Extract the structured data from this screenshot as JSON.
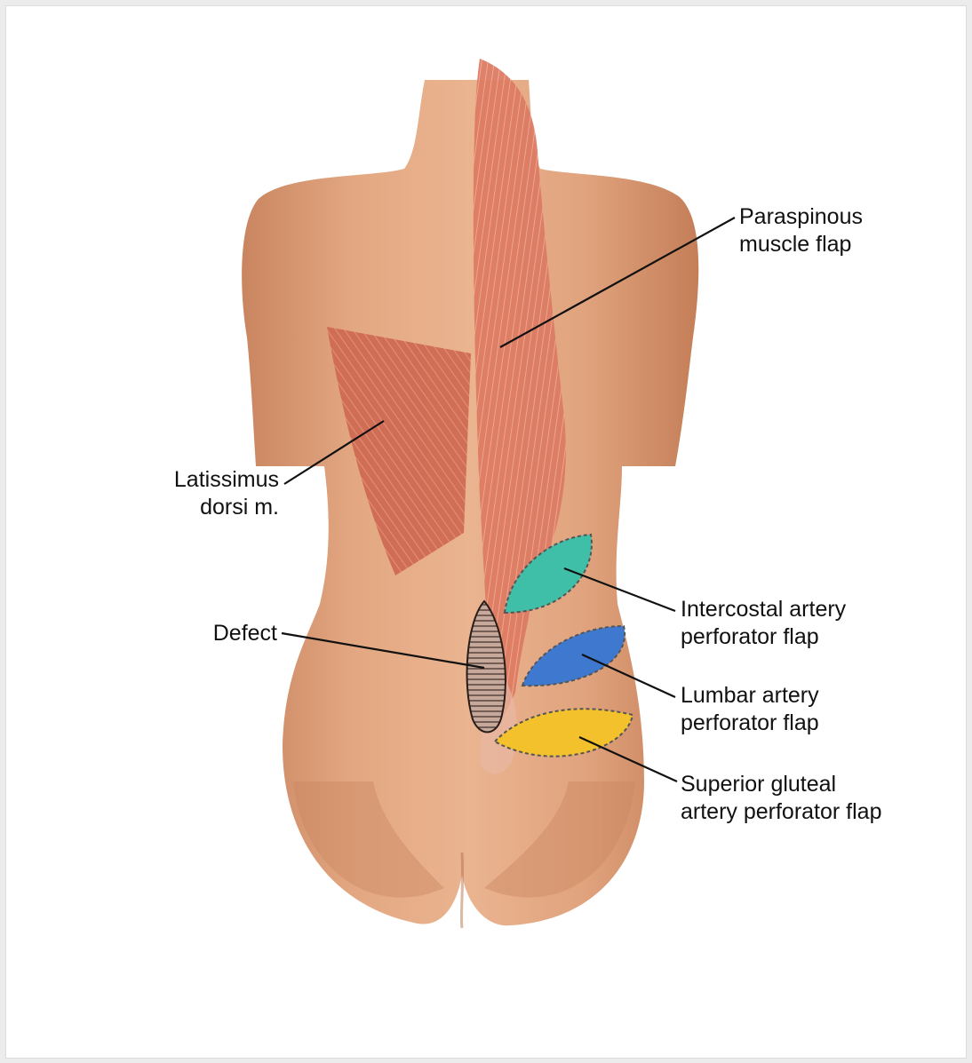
{
  "labels": {
    "paraspinous": {
      "line1": "Paraspinous",
      "line2": "muscle flap"
    },
    "latissimus": {
      "line1": "Latissimus",
      "line2": "dorsi m."
    },
    "defect": {
      "line1": "Defect"
    },
    "intercostal": {
      "line1": "Intercostal artery",
      "line2": "perforator flap"
    },
    "lumbar": {
      "line1": "Lumbar artery",
      "line2": "perforator flap"
    },
    "superior_gluteal": {
      "line1": "Superior gluteal",
      "line2": "artery perforator flap"
    }
  },
  "colors": {
    "skin": "#d99a74",
    "skin_shadow": "#c07c57",
    "muscle": "#d9735c",
    "intercostal_flap": "#3fbfa8",
    "lumbar_flap": "#3f79cf",
    "superior_gluteal_flap": "#f3c12b",
    "defect": "#a68a7c"
  }
}
